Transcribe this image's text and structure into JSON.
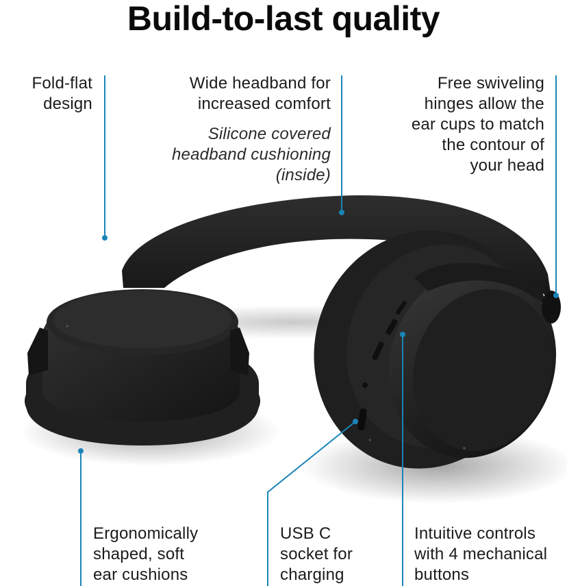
{
  "page": {
    "title": "Build-to-last quality"
  },
  "callouts": {
    "fold_flat": {
      "line1": "Fold-flat",
      "line2": "design"
    },
    "headband": {
      "line1": "Wide headband for",
      "line2": "increased comfort",
      "note1": "Silicone covered",
      "note2": "headband cushioning",
      "note3": "(inside)"
    },
    "hinges": {
      "line1": "Free swiveling",
      "line2": "hinges allow the",
      "line3": "ear cups to match",
      "line4": "the contour of",
      "line5": "your head"
    },
    "ear_cushions": {
      "line1": "Ergonomically",
      "line2": "shaped, soft",
      "line3": "ear cushions"
    },
    "usb": {
      "line1": "USB C",
      "line2": "socket for",
      "line3": "charging"
    },
    "controls": {
      "line1": "Intuitive controls",
      "line2": "with 4 mechanical",
      "line3": "buttons"
    }
  },
  "colors": {
    "leader_line": "#1b84b8",
    "product": "#1c1c1c",
    "background": "#ffffff"
  },
  "image": {
    "subject": "headphones-product-photo"
  }
}
